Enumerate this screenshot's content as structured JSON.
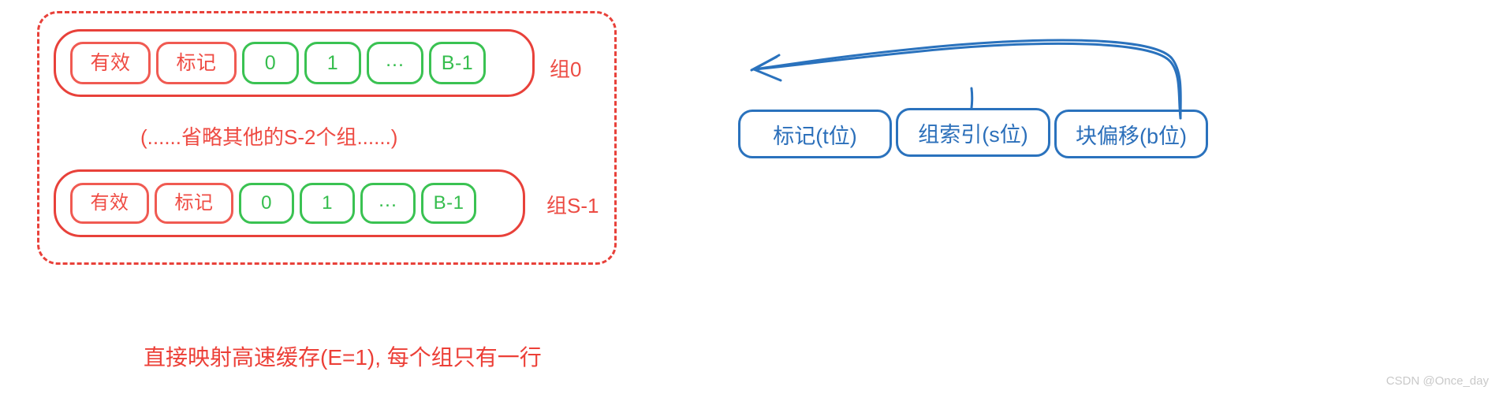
{
  "diagram": {
    "title_caption": "直接映射高速缓存(E=1), 每个组只有一行",
    "elided_note": "(......省略其他的S-2个组......)",
    "watermark": "CSDN @Once_day",
    "colors": {
      "red": "#e8413a",
      "red_cell": "#f05a52",
      "green": "#3ac252",
      "blue": "#2a72bd",
      "watermark": "#c9c9c9"
    },
    "cache": {
      "sets": [
        {
          "label": "组0",
          "cells": [
            {
              "text": "有效",
              "kind": "red",
              "size": "wide"
            },
            {
              "text": "标记",
              "kind": "red",
              "size": "wide"
            },
            {
              "text": "0",
              "kind": "green",
              "size": "small"
            },
            {
              "text": "1",
              "kind": "green",
              "size": "small"
            },
            {
              "text": "...",
              "kind": "green",
              "size": "small"
            },
            {
              "text": "B-1",
              "kind": "green",
              "size": "small"
            }
          ]
        },
        {
          "label": "组S-1",
          "cells": [
            {
              "text": "有效",
              "kind": "red",
              "size": "wide"
            },
            {
              "text": "标记",
              "kind": "red",
              "size": "wide"
            },
            {
              "text": "0",
              "kind": "green",
              "size": "small"
            },
            {
              "text": "1",
              "kind": "green",
              "size": "small"
            },
            {
              "text": "...",
              "kind": "green",
              "size": "small"
            },
            {
              "text": "B-1",
              "kind": "green",
              "size": "small"
            }
          ]
        }
      ]
    },
    "address": {
      "fields": [
        {
          "text": "标记(t位)"
        },
        {
          "text": "组索引(s位)"
        },
        {
          "text": "块偏移(b位)"
        }
      ]
    }
  }
}
